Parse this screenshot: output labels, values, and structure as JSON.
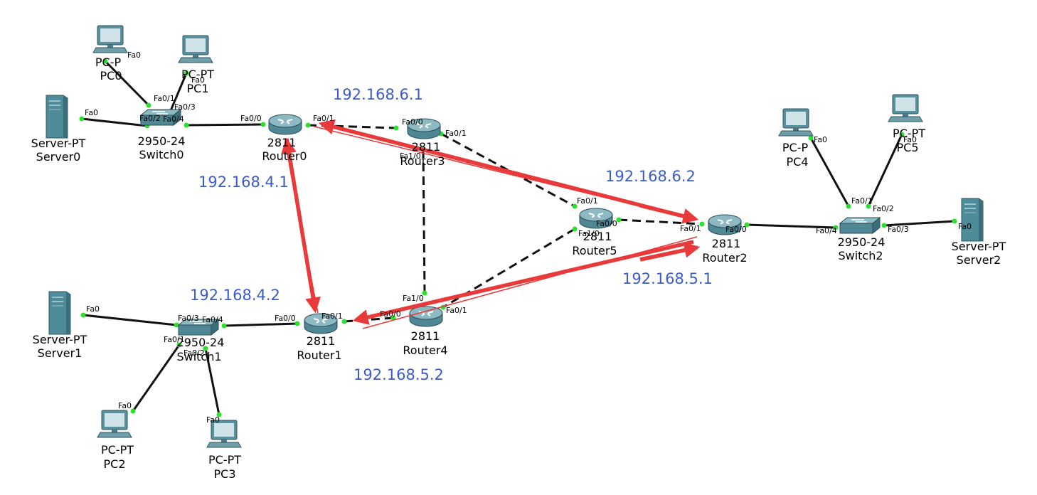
{
  "colors": {
    "ip_label": "#3a5cc8",
    "arrow": "#e83a3a",
    "link": "#111111",
    "port_dot": "#2ee02e",
    "router": "#5f9aa8",
    "device_teal": "#4e8c99"
  },
  "devices": {
    "pc0": {
      "model": "PC-P",
      "name": "PC0"
    },
    "pc1": {
      "model": "PC-PT",
      "name": "PC1"
    },
    "server0": {
      "model": "Server-PT",
      "name": "Server0"
    },
    "switch0": {
      "model": "2950-24",
      "name": "Switch0"
    },
    "router0": {
      "model": "2811",
      "name": "Router0"
    },
    "router3": {
      "model": "2811",
      "name": "Router3"
    },
    "router5": {
      "model": "2811",
      "name": "Router5"
    },
    "router2": {
      "model": "2811",
      "name": "Router2"
    },
    "router4": {
      "model": "2811",
      "name": "Router4"
    },
    "router1": {
      "model": "2811",
      "name": "Router1"
    },
    "switch1": {
      "model": "2950-24",
      "name": "Switch1"
    },
    "switch2": {
      "model": "2950-24",
      "name": "Switch2"
    },
    "server1": {
      "model": "Server-PT",
      "name": "Server1"
    },
    "server2": {
      "model": "Server-PT",
      "name": "Server2"
    },
    "pc2": {
      "model": "PC-PT",
      "name": "PC2"
    },
    "pc3": {
      "model": "PC-PT",
      "name": "PC3"
    },
    "pc4": {
      "model": "PC-P",
      "name": "PC4"
    },
    "pc5": {
      "model": "PC-PT",
      "name": "PC5"
    }
  },
  "ip_labels": {
    "r0_r2": "192.168.6.1",
    "r2_r0": "192.168.6.2",
    "r0_r1": "192.168.4.1",
    "r1_r0": "192.168.4.2",
    "r2_r1": "192.168.5.1",
    "r1_r2": "192.168.5.2"
  },
  "ports": {
    "pc0_fa0": "Fa0",
    "pc1_fa0": "Fa0",
    "server0_fa0": "Fa0",
    "sw0_fa01": "Fa0/1",
    "sw0_fa03": "Fa0/3",
    "sw0_fa02": "Fa0/2",
    "sw0_fa04": "Fa0/4",
    "r0_fa00": "Fa0/0",
    "r0_fa01": "Fa0/1",
    "r3_fa00": "Fa0/0",
    "r3_fa01": "Fa0/1",
    "r3_fa10": "Fa1/0",
    "r5_fa01": "Fa0/1",
    "r5_fa00": "Fa0/0",
    "r5_fa10": "Fa1/0",
    "r2_fa01": "Fa0/1",
    "r2_fa00": "Fa0/0",
    "sw2_fa04": "Fa0/4",
    "sw2_fa01": "Fa0/1",
    "sw2_fa02": "Fa0/2",
    "sw2_fa03": "Fa0/3",
    "pc4_fa0": "Fa0",
    "pc5_fa0": "Fa0",
    "server2_fa0": "Fa0",
    "r4_fa10": "Fa1/0",
    "r4_fa00": "Fa0/0",
    "r4_fa01": "Fa0/1",
    "r1_fa00": "Fa0/0",
    "r1_fa01": "Fa0/1",
    "sw1_fa03": "Fa0/3",
    "sw1_fa04": "Fa0/4",
    "sw1_fa01": "Fa0/1",
    "sw1_fa02": "Fa0/2",
    "server1_fa0": "Fa0",
    "pc2_fa0": "Fa0",
    "pc3_fa0": "Fa0"
  }
}
